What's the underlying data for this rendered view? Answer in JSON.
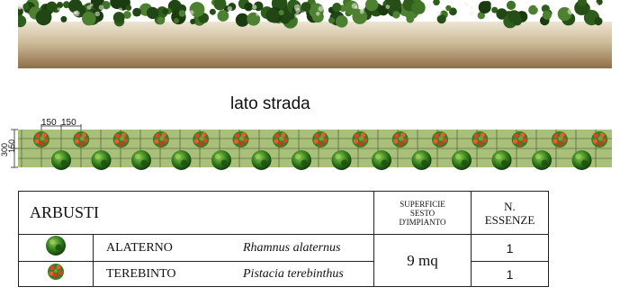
{
  "road_label": "lato strada",
  "dimensions": {
    "spacing_a": "150",
    "spacing_b": "150",
    "width_total": "300",
    "width_half": "150"
  },
  "plan": {
    "top_row_species": "terebinto",
    "bottom_row_species": "alaterno",
    "top_row_count": 15,
    "bottom_row_count": 14
  },
  "legend": {
    "category": "ARBUSTI",
    "col_surface_line1": "SUPERFICIE",
    "col_surface_line2": "SESTO",
    "col_surface_line3": "D'IMPIANTO",
    "col_count_line1": "N.",
    "col_count_line2": "ESSENZE",
    "surface_value": "9 mq",
    "rows": [
      {
        "icon": "alaterno-shrub-icon",
        "common": "ALATERNO",
        "scientific": "Rhamnus alaternus",
        "count": "1"
      },
      {
        "icon": "terebinto-shrub-icon",
        "common": "TEREBINTO",
        "scientific": "Pistacia terebinthus",
        "count": "1"
      }
    ]
  },
  "colors": {
    "strip_fill": "#a9c07a",
    "grid": "#3f4a2e",
    "alaterno_dark": "#1e5a14",
    "alaterno_light": "#7dbb3e",
    "terebinto_red": "#d9472a",
    "terebinto_green": "#3c7d22"
  }
}
